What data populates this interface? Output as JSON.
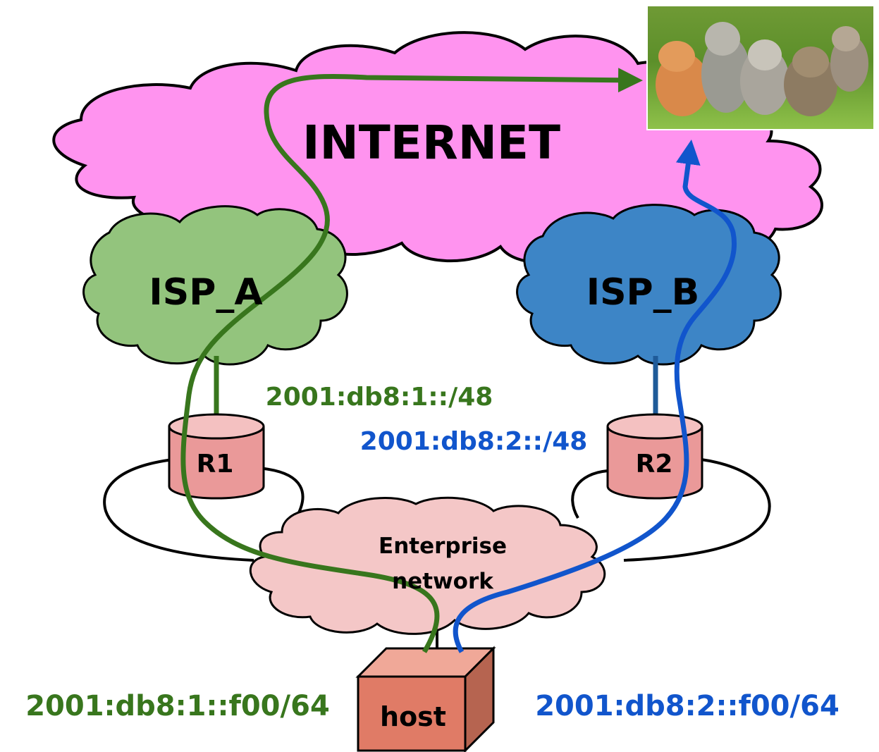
{
  "labels": {
    "internet": "INTERNET",
    "isp_a": "ISP_A",
    "isp_b": "ISP_B",
    "r1": "R1",
    "r2": "R2",
    "enterprise_line1": "Enterprise",
    "enterprise_line2": "network",
    "host": "host"
  },
  "prefixes": {
    "isp_a_prefix": "2001:db8:1::/48",
    "isp_b_prefix": "2001:db8:2::/48",
    "host_addr_a": "2001:db8:1::f00/64",
    "host_addr_b": "2001:db8:2::f00/64"
  },
  "colors": {
    "internet_cloud": "#ff93ef",
    "isp_a_cloud": "#93c47d",
    "isp_b_cloud": "#3d85c6",
    "enterprise_cloud": "#f4c7c7",
    "router": "#ea9999",
    "host_box": "#e07b66",
    "path_a": "#38761d",
    "path_b": "#1155cc",
    "text": "#000000"
  },
  "image": {
    "icon": "kittens-photo-icon"
  }
}
